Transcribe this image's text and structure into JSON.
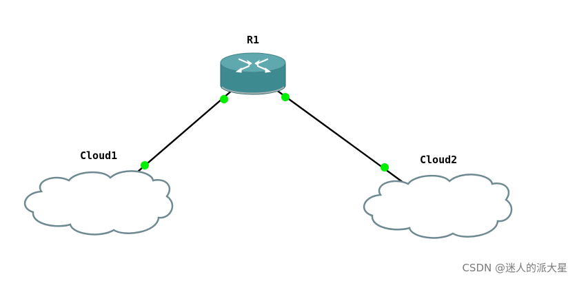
{
  "nodes": {
    "router": {
      "label": "R1"
    },
    "cloud1": {
      "label": "Cloud1"
    },
    "cloud2": {
      "label": "Cloud2"
    }
  },
  "colors": {
    "link": "#000000",
    "port_dot": "#00ee00",
    "cloud_stroke": "#6e8a90",
    "router_top": "#5fa8ad",
    "router_body": "#3d8a90"
  },
  "watermark": "CSDN @迷人的派大星"
}
